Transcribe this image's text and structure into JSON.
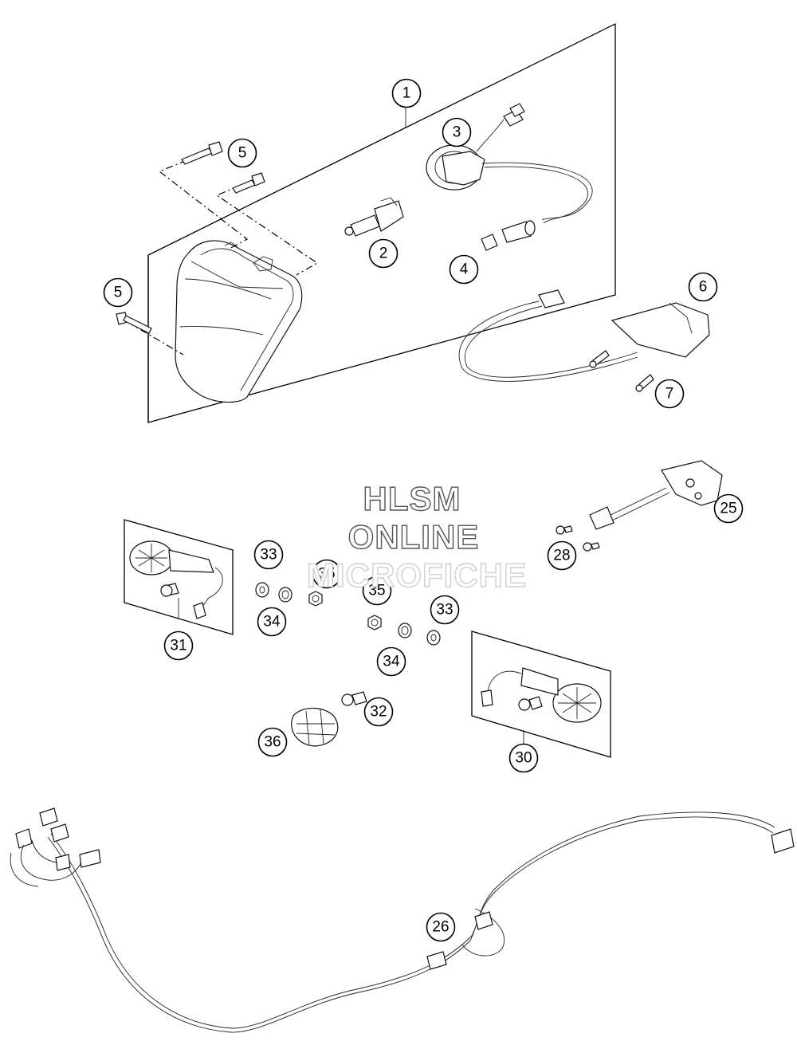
{
  "watermark": {
    "line1": "HLSM",
    "line2": "ONLINE",
    "line3": "MICROFICHE"
  },
  "callouts": {
    "c1": "1",
    "c2": "2",
    "c3": "3",
    "c4": "4",
    "c5a": "5",
    "c5b": "5",
    "c6": "6",
    "c7": "7",
    "c25": "25",
    "c26": "26",
    "c28": "28",
    "c30": "30",
    "c31": "31",
    "c32": "32",
    "c33a": "33",
    "c33b": "33",
    "c34a": "34",
    "c34b": "34",
    "c35a": "35",
    "c35b": "35",
    "c36": "36"
  }
}
